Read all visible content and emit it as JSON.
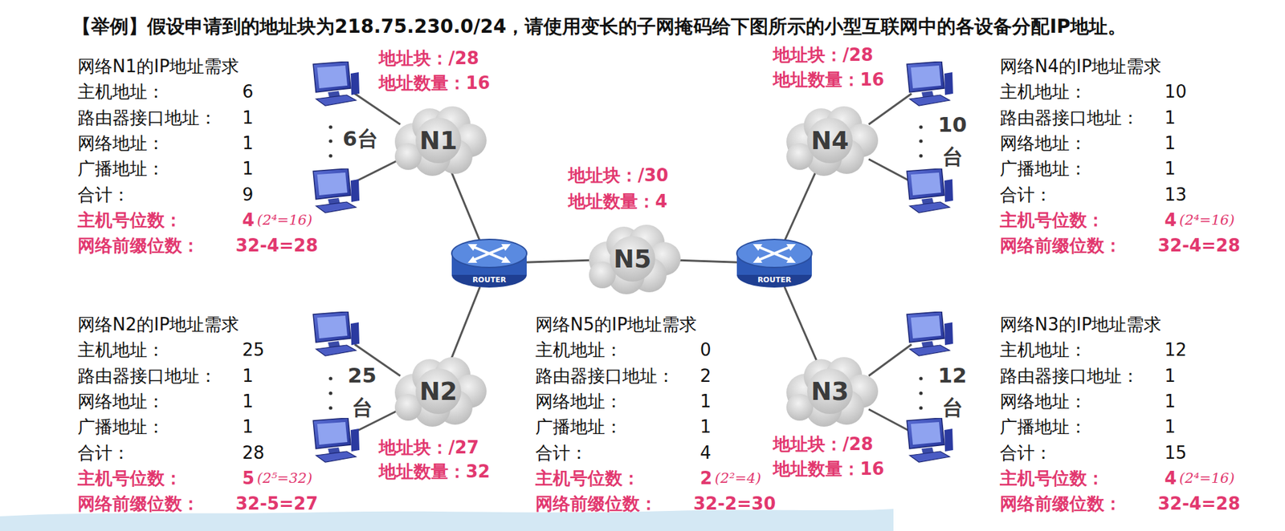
{
  "diagram": {
    "title": "【举例】假设申请到的地址块为218.75.230.0/24，请使用变长的子网掩码给下图所示的小型互联网中的各设备分配IP地址。",
    "nodes": [
      {
        "text": [
          "N1"
        ]
      },
      {
        "text": [
          "N4"
        ]
      },
      {
        "text": [
          "ROUTER"
        ]
      },
      {
        "text": [
          "N5"
        ]
      },
      {
        "text": [
          "ROUTER"
        ]
      },
      {
        "text": [
          "N2"
        ]
      },
      {
        "text": [
          "N3"
        ]
      }
    ],
    "edges": [
      {
        "from": 0,
        "to": 2,
        "arrow": "none"
      },
      {
        "from": 5,
        "to": 2,
        "arrow": "none"
      },
      {
        "from": 2,
        "to": 3,
        "arrow": "none"
      },
      {
        "from": 3,
        "to": 4,
        "arrow": "none"
      },
      {
        "from": 4,
        "to": 1,
        "arrow": "none"
      },
      {
        "from": 4,
        "to": 6,
        "arrow": "none"
      }
    ],
    "labels": [
      "网络N1的IP地址需求",
      "主机地址：",
      "6",
      "路由器接口地址：",
      "1",
      "网络地址：",
      "1",
      "广播地址：",
      "1",
      "合计：",
      "9",
      "主机号位数：",
      "4",
      "(2⁴=16)",
      "网络前缀位数：",
      "32-4=28",
      "地址块：/28",
      "地址数量：16",
      "6台",
      "网络N4的IP地址需求",
      "主机地址：",
      "10",
      "路由器接口地址：",
      "1",
      "网络地址：",
      "1",
      "广播地址：",
      "1",
      "合计：",
      "13",
      "主机号位数：",
      "4",
      "(2⁴=16)",
      "网络前缀位数：",
      "32-4=28",
      "地址块：/28",
      "地址数量：16",
      "10 台",
      "地址块：/30",
      "地址数量：4",
      "网络N2的IP地址需求",
      "主机地址：",
      "25",
      "路由器接口地址：",
      "1",
      "网络地址：",
      "1",
      "广播地址：",
      "1",
      "合计：",
      "28",
      "主机号位数：",
      "5",
      "(2⁵=32)",
      "网络前缀位数：",
      "32-5=27",
      "地址块：/27",
      "地址数量：32",
      "25 台",
      "网络N5的IP地址需求",
      "主机地址：",
      "0",
      "路由器接口地址：",
      "2",
      "网络地址：",
      "1",
      "广播地址：",
      "1",
      "合计：",
      "4",
      "主机号位数：",
      "2",
      "(2²=4)",
      "网络前缀位数：",
      "32-2=30",
      "网络N3的IP地址需求",
      "主机地址：",
      "12",
      "路由器接口地址：",
      "1",
      "网络地址：",
      "1",
      "广播地址：",
      "1",
      "合计：",
      "15",
      "主机号位数：",
      "4",
      "(2⁴=16)",
      "网络前缀位数：",
      "32-4=28",
      "地址块：/28",
      "地址数量：16",
      "12 台"
    ]
  }
}
